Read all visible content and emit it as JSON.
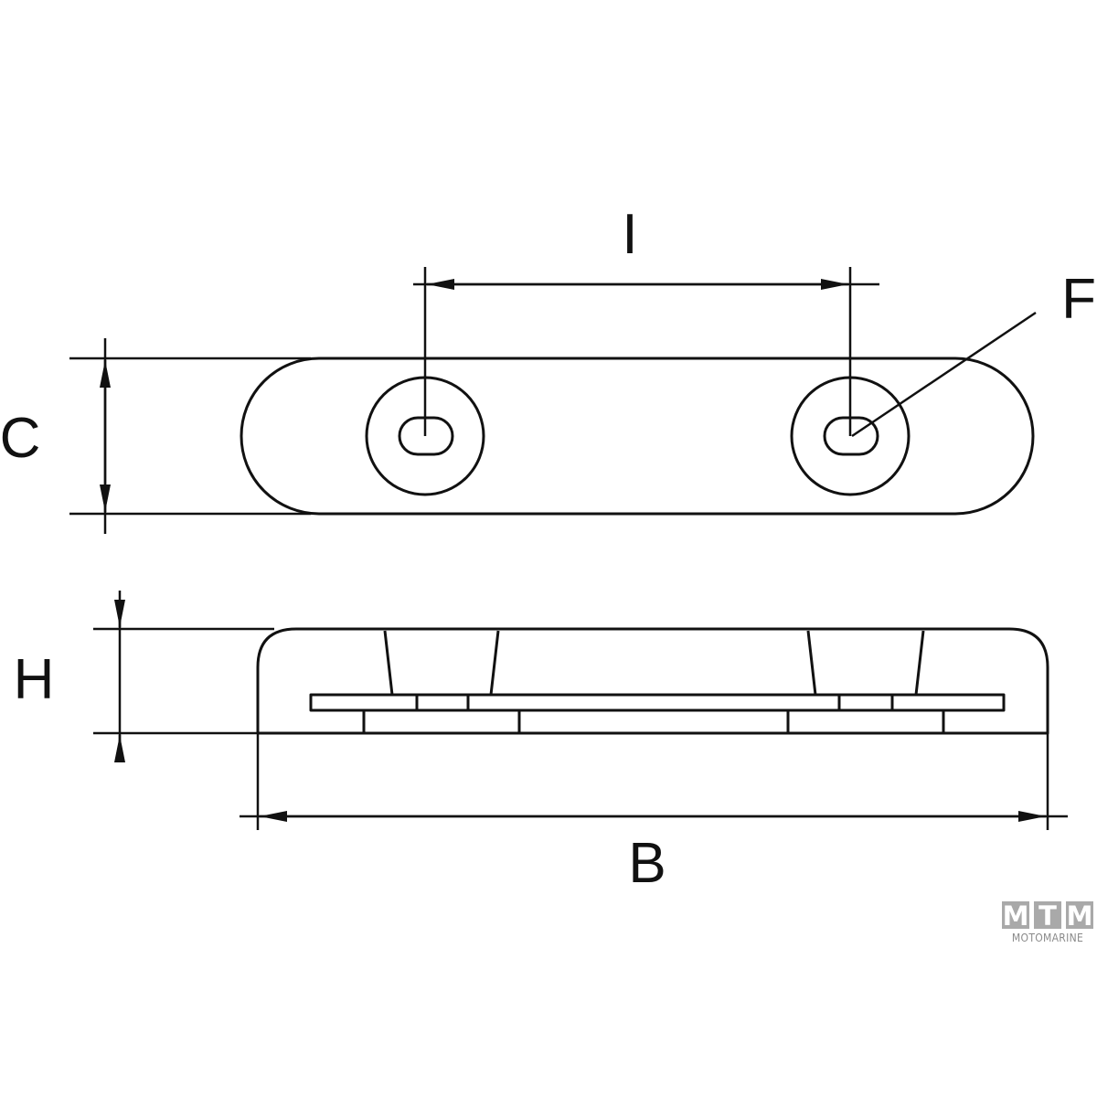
{
  "drawing": {
    "line_color": "#111111",
    "background": "#ffffff",
    "labels": {
      "hole_spacing": "I",
      "hole_diameter": "F",
      "width": "C",
      "height": "H",
      "length": "B"
    }
  },
  "logo": {
    "letters": [
      "M",
      "T",
      "M"
    ],
    "wordmark": "MOTOMARINE",
    "color": "#a9a9a9"
  }
}
